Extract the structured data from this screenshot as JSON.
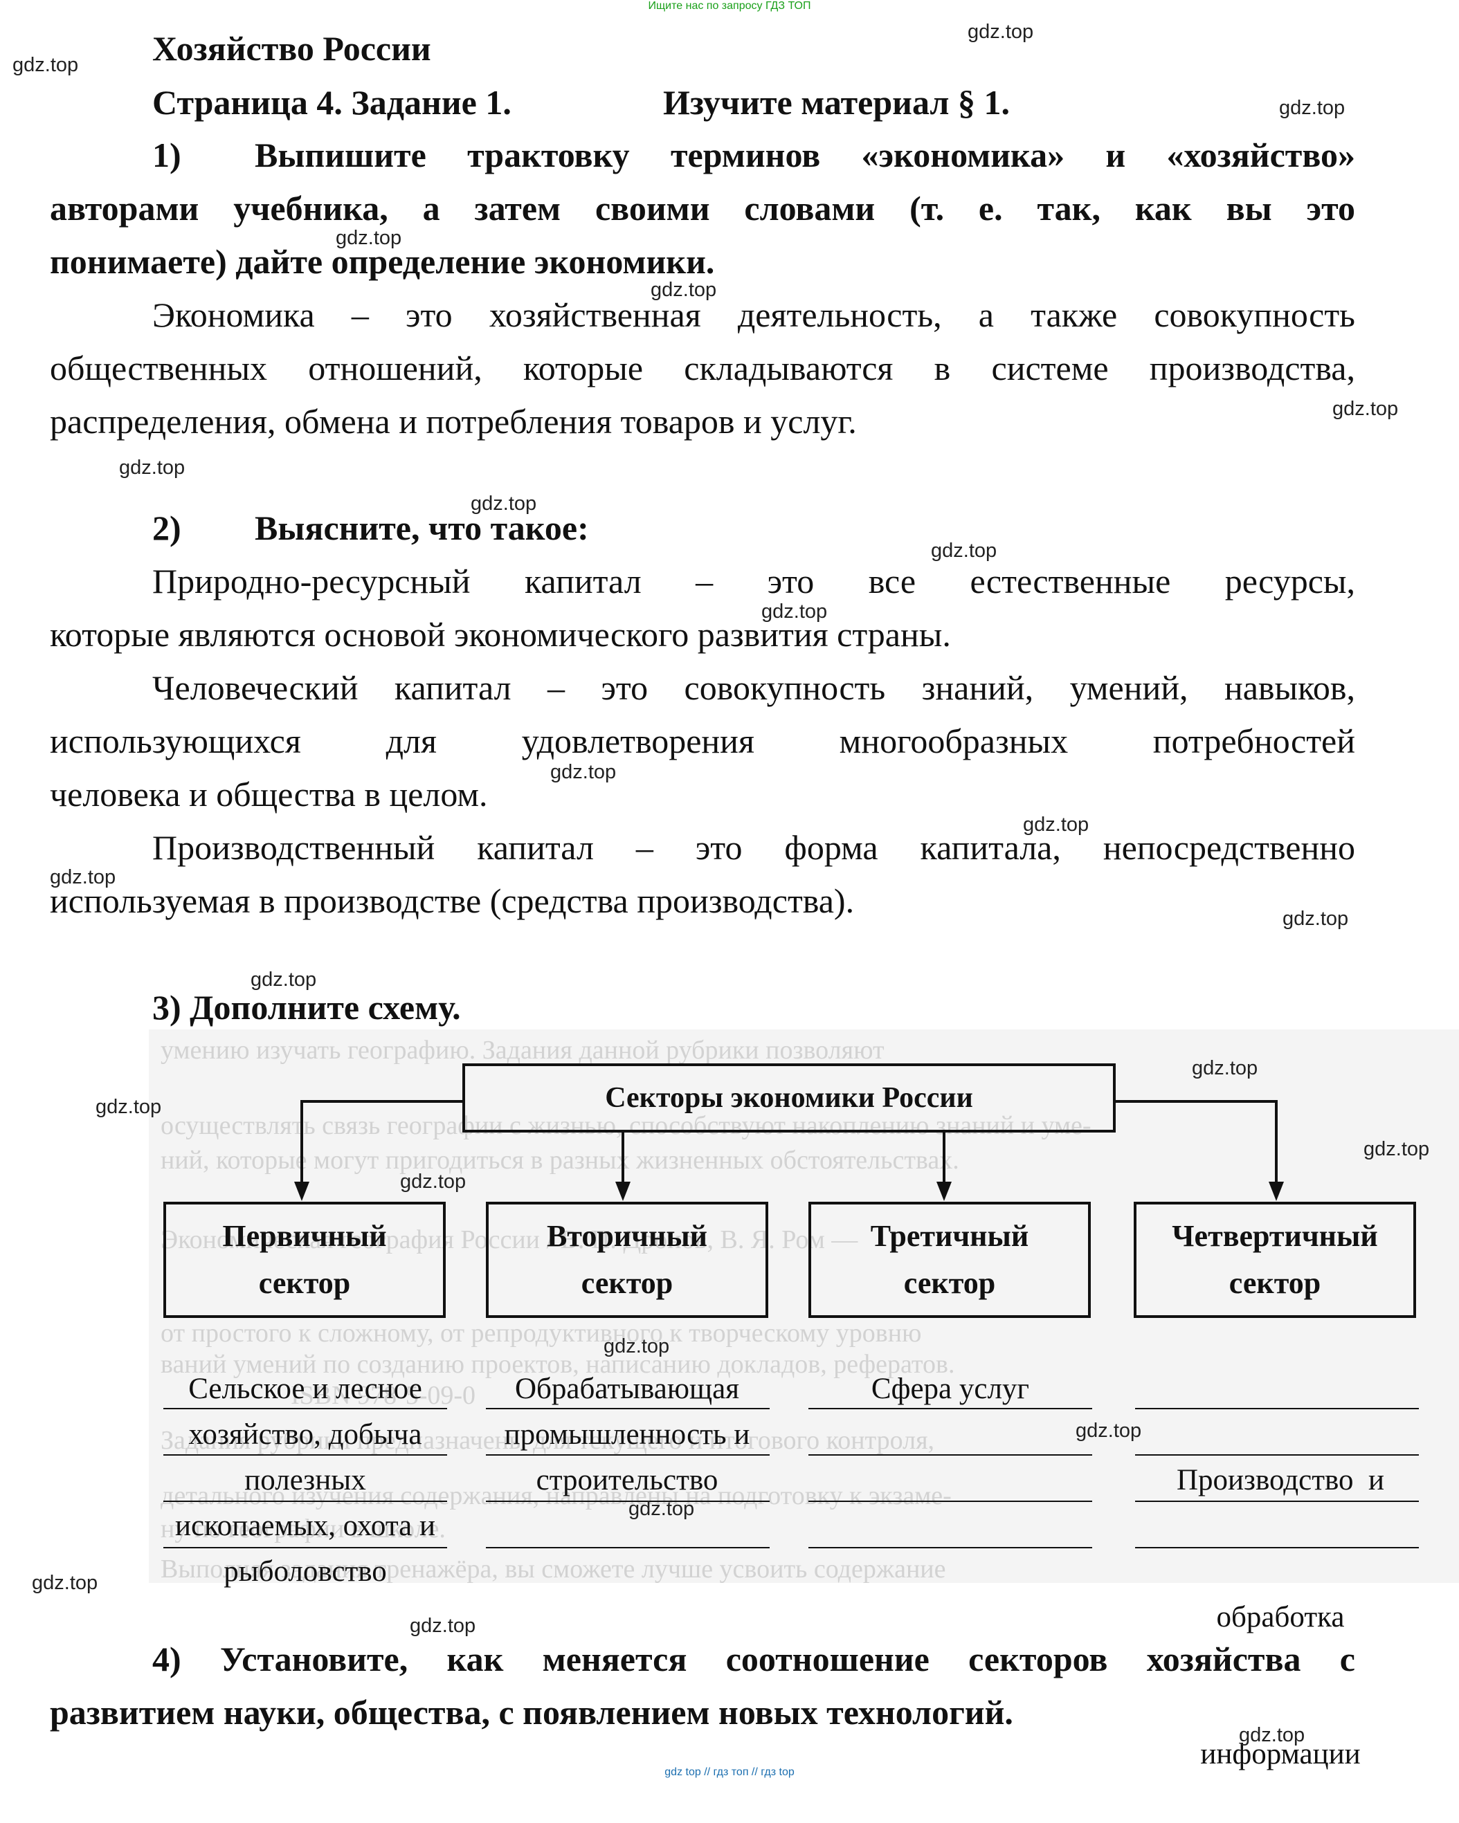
{
  "top_note": "Ищите нас по запросу ГДЗ ТОП",
  "header": {
    "title": "Хозяйство России",
    "task_line_a": "Страница 4. Задание 1.",
    "task_line_b": "Изучите материал § 1."
  },
  "q1": {
    "num": "1)",
    "lines": [
      "Выпишите трактовку терминов «экономика» и «хозяйство»",
      "авторами учебника, а затем своими словами (т. е. так, как вы это",
      "понимаете) дайте определение экономики."
    ],
    "answer": [
      "Экономика – это хозяйственная деятельность, а также совокупность",
      "общественных отношений, которые складываются в системе производства,",
      "распределения, обмена и потребления товаров и услуг."
    ]
  },
  "q2": {
    "num": "2)",
    "title": "Выясните, что такое:",
    "natural": [
      "Природно-ресурсный капитал – это все естественные ресурсы,",
      "которые являются основой экономического развития страны."
    ],
    "human": [
      "Человеческий капитал – это совокупность знаний, умений, навыков,",
      "использующихся для удовлетворения многообразных потребностей",
      "человека и общества в целом."
    ],
    "production": [
      "Производственный капитал – это форма капитала, непосредственно",
      "используемая в производстве (средства производства)."
    ]
  },
  "q3": {
    "title": "3) Дополните схему.",
    "scheme_title": "Секторы экономики России",
    "sectors": [
      {
        "line1": "Первичный",
        "line2": "сектор"
      },
      {
        "line1": "Вторичный",
        "line2": "сектор"
      },
      {
        "line1": "Третичный",
        "line2": "сектор"
      },
      {
        "line1": "Четвертичный",
        "line2": "сектор"
      }
    ],
    "answers": [
      [
        "Сельское и лесное",
        "хозяйство, добыча",
        "полезных",
        "ископаемых, охота и",
        "рыболовство"
      ],
      [
        "Обрабатывающая",
        "промышленность и",
        "строительство"
      ],
      [
        "Сфера услуг"
      ],
      [
        "Производство  и",
        "обработка",
        "информации"
      ]
    ],
    "ghost_text": [
      "умению изучать географию. Задания данной рубрики позволяют",
      "осуществлять связь географии с жизнью, способствуют накоплению знаний и уме-",
      "ний, которые могут пригодиться в разных жизненных обстоятельствах.",
      "Экономическая география России / В. П. Дронов, В. Я. Ром —",
      "от простого к сложному, от репродуктивного к творческому уровню",
      "ваний умений по созданию проектов, написанию докладов, рефератов.",
      "ISBN 978-5-09-0",
      "Задания рубрики предназначены для текущего и итогового контроля,",
      "детального изучения содержания, направлены на подготовку к экзаме-",
      "ну по географии в школе.",
      "Выполняя задания тренажёра, вы сможете лучше усвоить содержание"
    ]
  },
  "q4": {
    "lines": [
      "4) Установите, как меняется соотношение секторов хозяйства с",
      "развитием науки, общества, с появлением новых технологий."
    ]
  },
  "watermark": "gdz.top",
  "footer": "gdz top  //  гдз топ  //  гдз top"
}
